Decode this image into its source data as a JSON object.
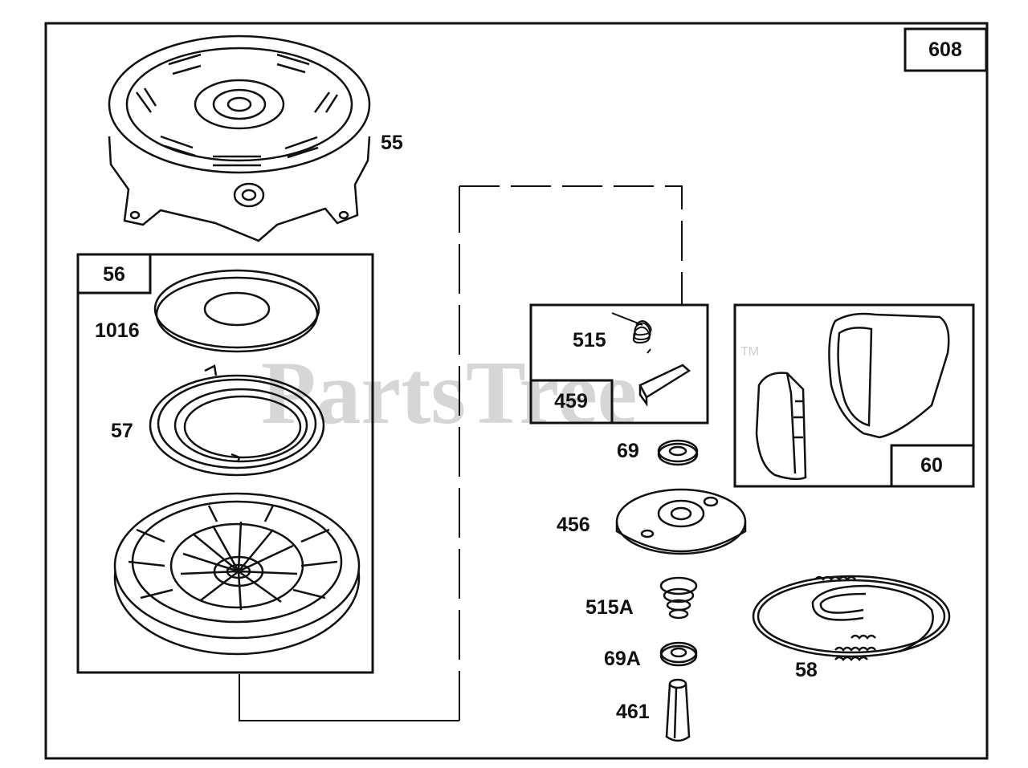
{
  "diagram": {
    "assembly_number": "608",
    "watermark": {
      "text": "PartsTree",
      "tm": "TM"
    },
    "callouts": {
      "c55": "55",
      "c56": "56",
      "c1016": "1016",
      "c57": "57",
      "c515": "515",
      "c459": "459",
      "c69": "69",
      "c456": "456",
      "c515A": "515A",
      "c69A": "69A",
      "c461": "461",
      "c58": "58",
      "c60": "60"
    }
  }
}
